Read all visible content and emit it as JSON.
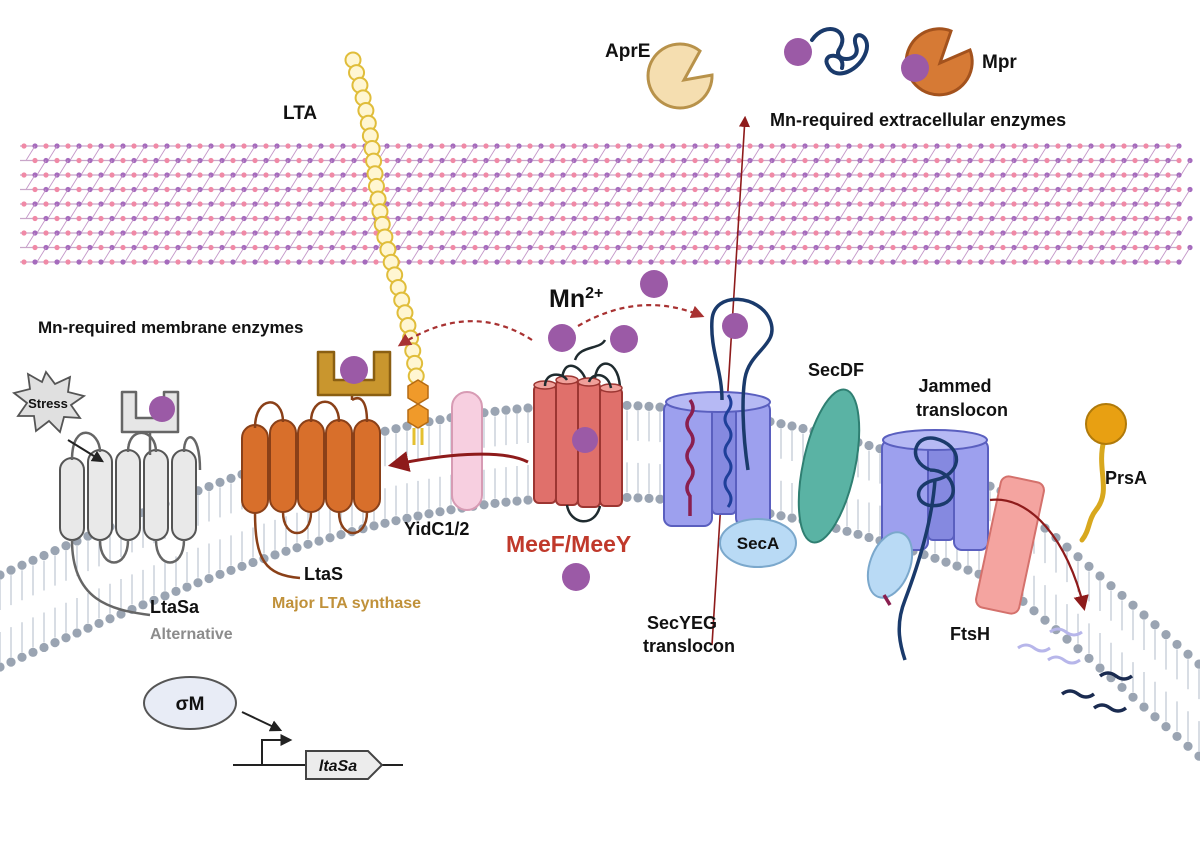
{
  "labels": {
    "lta": "LTA",
    "apre": "AprE",
    "mpr": "Mpr",
    "extracellular_enzymes": "Mn-required extracellular enzymes",
    "mn_ion": "Mn",
    "mn_charge": "2+",
    "membrane_enzymes": "Mn-required membrane enzymes",
    "stress": "Stress",
    "secdf": "SecDF",
    "jammed_line1": "Jammed",
    "jammed_line2": "translocon",
    "prsa": "PrsA",
    "yidc": "YidC1/2",
    "meef_meey": "MeeF/MeeY",
    "seca": "SecA",
    "ltas": "LtaS",
    "major_lta_synthase": "Major LTA synthase",
    "ltasa": "LtaSa",
    "alternative": "Alternative",
    "secyeg_line1": "SecYEG",
    "secyeg_line2": "translocon",
    "ftsh": "FtsH",
    "sigma_m": "σM",
    "ltasa_gene": "ltaSa"
  },
  "colors": {
    "mn_ion": "#9b5aa6",
    "meef_red": "#c0392b",
    "ltas_orange": "#c8692a",
    "major_lta_synthase": "#c0913a",
    "alternative_gray": "#8c8c8c",
    "lta_yellow": "#f2cf5b",
    "arrow_dark_red": "#8e1b1b",
    "membrane_head": "#9aa4b2"
  }
}
